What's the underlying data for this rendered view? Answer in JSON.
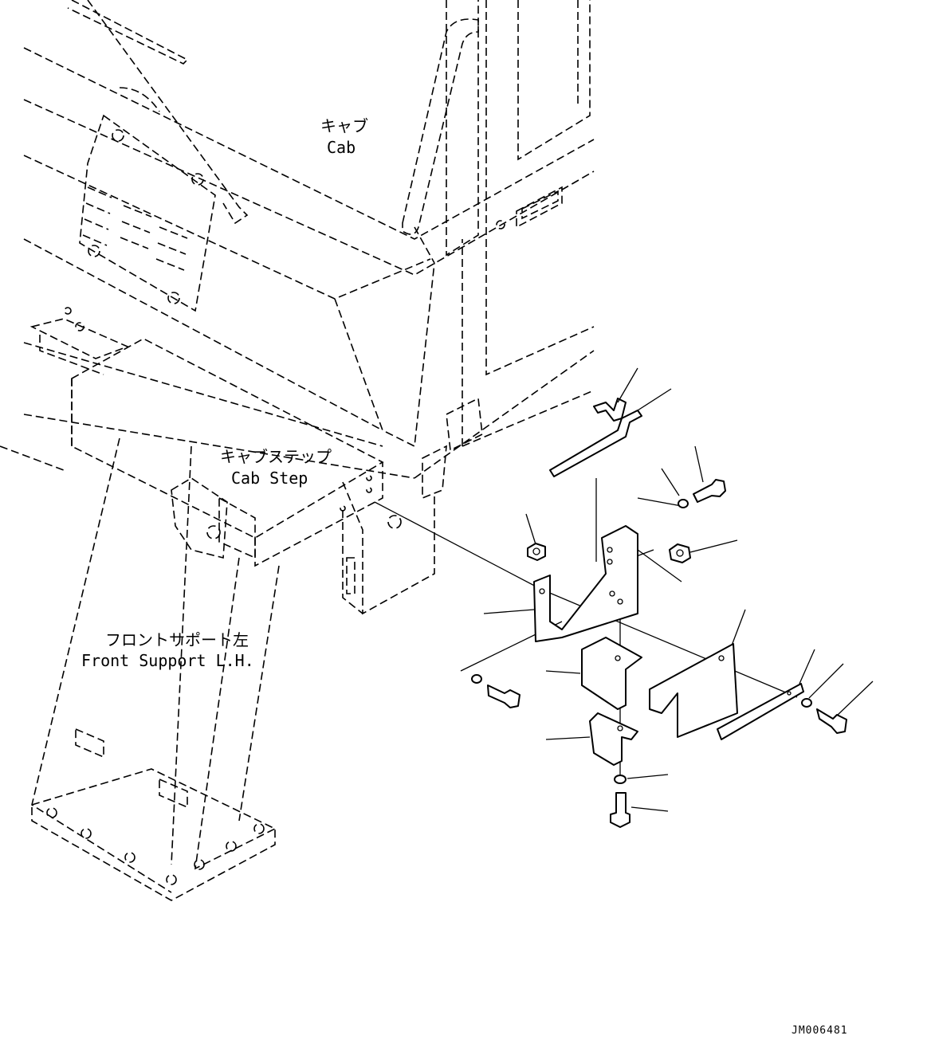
{
  "labels": {
    "cab_jp": "キャブ",
    "cab_en": "Cab",
    "cab_step_jp": "キャブステップ",
    "cab_step_en": "Cab Step",
    "front_support_jp": "フロントサポート左",
    "front_support_en": "Front Support L.H."
  },
  "drawing_code": "JM006481",
  "colors": {
    "line": "#000000",
    "background": "#ffffff"
  }
}
